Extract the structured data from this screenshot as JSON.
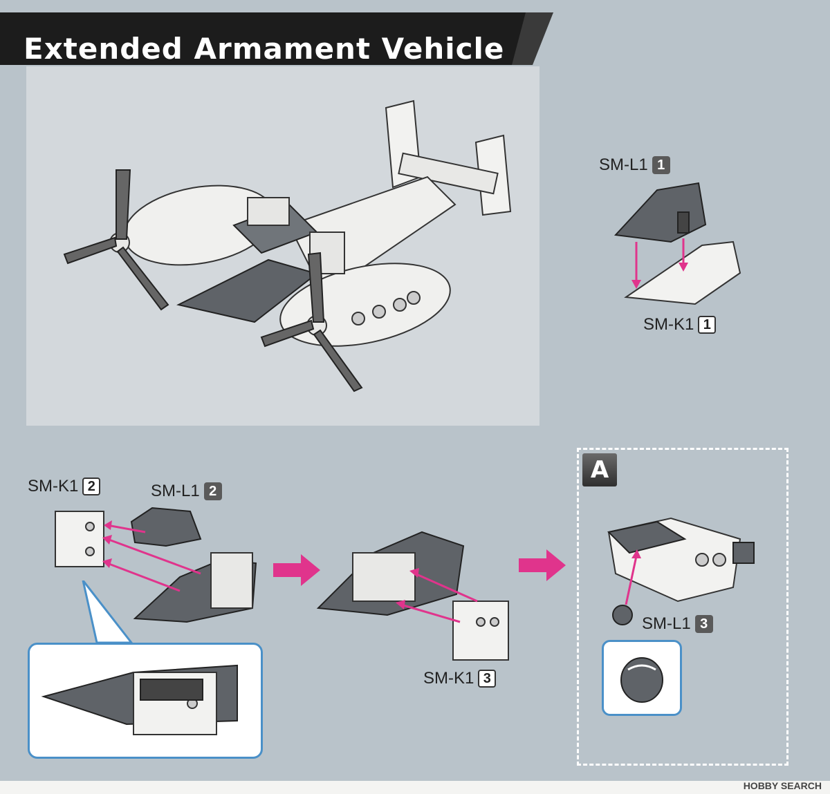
{
  "title": "Extended Armament Vehicle",
  "labels": {
    "step1_top": {
      "part": "SM-L1",
      "num": "1"
    },
    "step1_bottom": {
      "part": "SM-K1",
      "num": "1"
    },
    "step2_k1": {
      "part": "SM-K1",
      "num": "2"
    },
    "step2_l1": {
      "part": "SM-L1",
      "num": "2"
    },
    "step3_k1": {
      "part": "SM-K1",
      "num": "3"
    },
    "step4_l1": {
      "part": "SM-L1",
      "num": "3"
    }
  },
  "subassembly_marker": "A",
  "watermark": "HOBBY SEARCH",
  "colors": {
    "background": "#b9c3ca",
    "panel": "#d3d8dc",
    "arrow": "#e0348c",
    "accent_border": "#4a90c8"
  }
}
